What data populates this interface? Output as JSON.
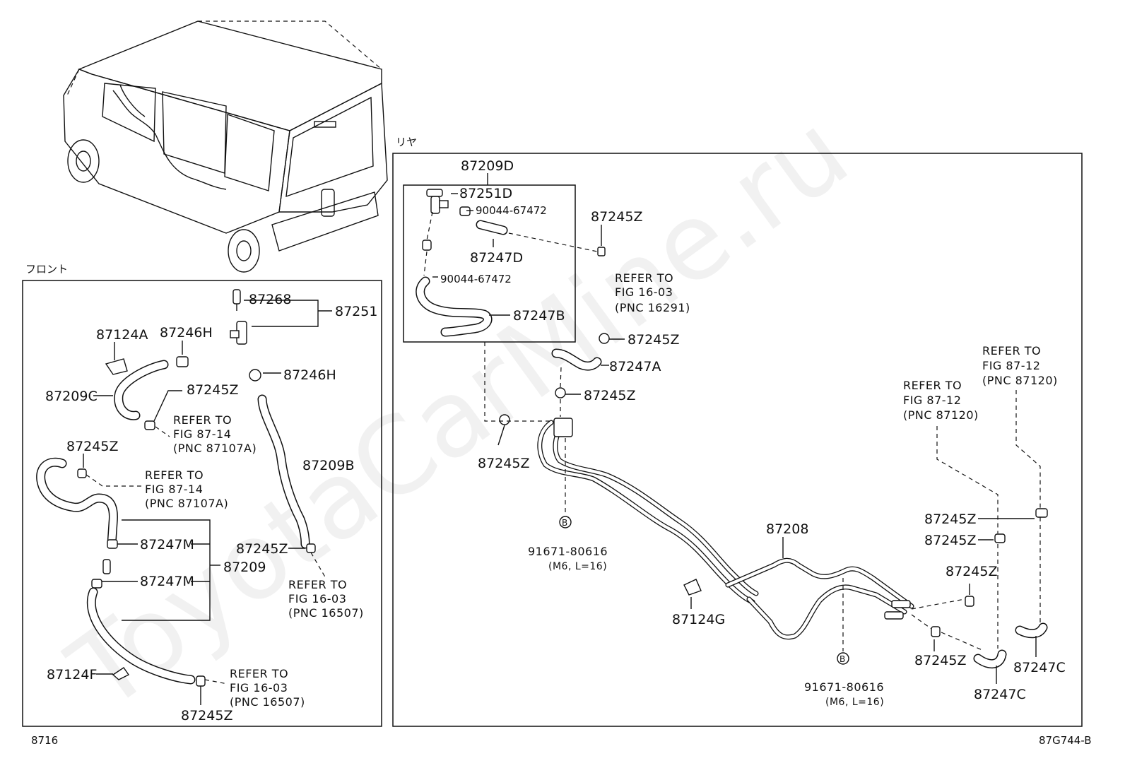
{
  "watermark": "ToyotaCarMine.ru",
  "section_labels": {
    "front": "フロント",
    "rear": "リヤ"
  },
  "footer": {
    "page_ref": "8716",
    "diagram_id": "87G744-B"
  },
  "front_parts": {
    "p87268": "87268",
    "p87251": "87251",
    "p87124A": "87124A",
    "p87246H_a": "87246H",
    "p87246H_b": "87246H",
    "p87209C": "87209C",
    "p87245Z_a": "87245Z",
    "p87245Z_b": "87245Z",
    "p87209B": "87209B",
    "p87247M_a": "87247M",
    "p87247M_b": "87247M",
    "p87209": "87209",
    "p87245Z_c": "87245Z",
    "p87124F": "87124F",
    "p87245Z_d": "87245Z"
  },
  "front_refs": {
    "r1": [
      "REFER TO",
      "FIG 87-14",
      "(PNC 87107A)"
    ],
    "r2": [
      "REFER TO",
      "FIG 87-14",
      "(PNC 87107A)"
    ],
    "r3": [
      "REFER TO",
      "FIG 16-03",
      "(PNC 16507)"
    ],
    "r4": [
      "REFER TO",
      "FIG 16-03",
      "(PNC 16507)"
    ]
  },
  "rear_parts": {
    "p87209D": "87209D",
    "p87251D": "87251D",
    "p90044_a": "90044-67472",
    "p90044_b": "90044-67472",
    "p87247D": "87247D",
    "p87247B": "87247B",
    "p87245Z_a": "87245Z",
    "p87245Z_b": "87245Z",
    "p87247A": "87247A",
    "p87245Z_c": "87245Z",
    "p87245Z_d": "87245Z",
    "p87208": "87208",
    "p87124G": "87124G",
    "p87245Z_e": "87245Z",
    "p87245Z_f": "87245Z",
    "p87245Z_g": "87245Z",
    "p87245Z_h": "87245Z",
    "p87247C_a": "87247C",
    "p87247C_b": "87247C"
  },
  "rear_refs": {
    "r1": [
      "REFER TO",
      "FIG 16-03",
      "(PNC 16291)"
    ],
    "r2": [
      "REFER TO",
      "FIG 87-12",
      "(PNC 87120)"
    ],
    "r3": [
      "REFER TO",
      "FIG 87-12",
      "(PNC 87120)"
    ]
  },
  "bolts": {
    "b1": {
      "marker": "B",
      "part": "91671-80616",
      "spec": "(M6, L=16)"
    },
    "b2": {
      "marker": "B",
      "part": "91671-80616",
      "spec": "(M6, L=16)"
    }
  }
}
